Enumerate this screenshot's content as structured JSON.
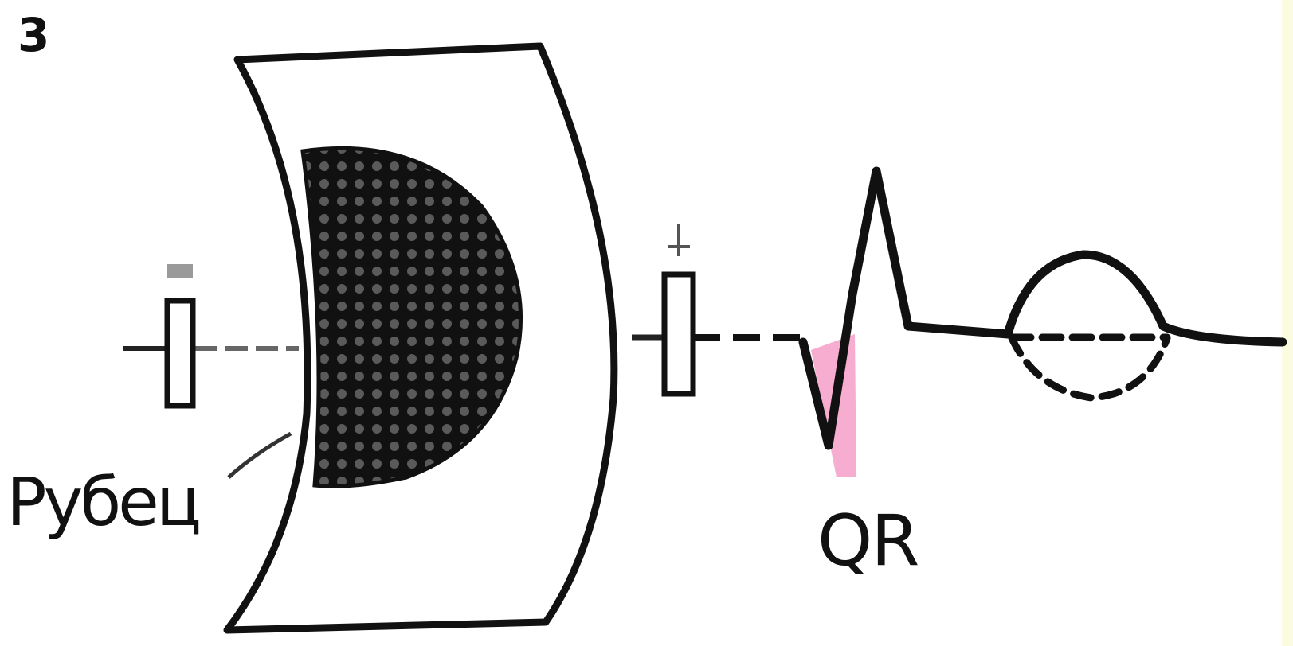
{
  "figure": {
    "number": "3",
    "scar_label": "Рубец",
    "complex_label": "QR"
  },
  "colors": {
    "ink": "#111111",
    "q_wave_highlight": "#f06aa8",
    "electrode_cap": "#9a9a9a",
    "background_edge": "#fbfbe0"
  },
  "icons": {
    "heart_wall": "myocardial-wall-segment",
    "infarct_zone": "dotted-necrosis-zone",
    "electrode": "ecg-electrode"
  }
}
